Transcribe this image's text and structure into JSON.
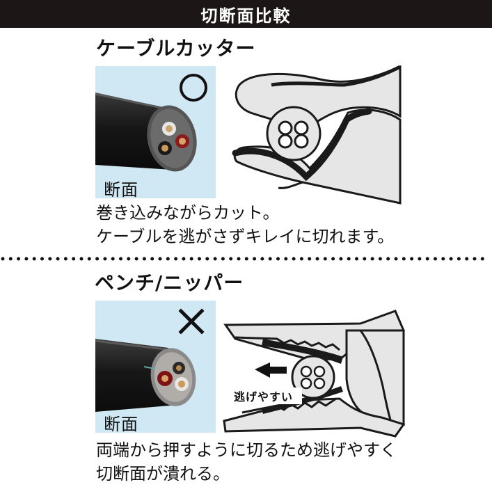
{
  "header": {
    "title": "切断面比較"
  },
  "section1": {
    "title": "ケーブルカッター",
    "mark": "○",
    "photo_label": "断面",
    "desc_line1": "巻き込みながらカット。",
    "desc_line2": "ケーブルを逃がさずキレイに切れます。"
  },
  "section2": {
    "title": "ペンチ/ニッパー",
    "mark": "×",
    "photo_label": "断面",
    "arrow_label": "逃げやすい",
    "desc_line1": "両端から押すように切るため逃げやすく",
    "desc_line2": "切断面が潰れる。"
  },
  "colors": {
    "header_bg": "#1c1716",
    "photo_bg": "#cfe8f4",
    "arrow": "#111111"
  }
}
